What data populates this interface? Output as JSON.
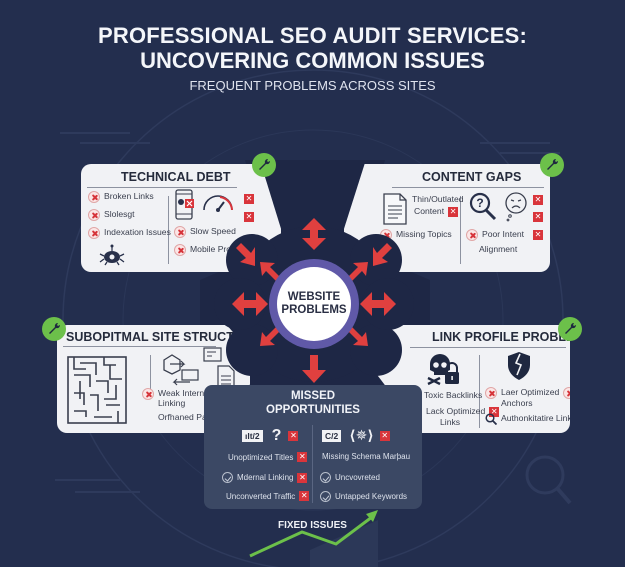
{
  "header": {
    "title_line1": "PROFESSIONAL SEO AUDIT SERVICES:",
    "title_line2": "UNCOVERING COMMON ISSUES",
    "subtitle": "FREQUENT PROBLEMS ACROSS SITES"
  },
  "colors": {
    "background": "#232e4e",
    "card": "#f1f2f5",
    "accent_red": "#d9353b",
    "hub_ring": "#6059a8",
    "wrench_green": "#6cc04a",
    "missed_panel": "#3b4864",
    "growth_arrow": "#6cc04a"
  },
  "hub": {
    "line1": "WEBSITE",
    "line2": "PROBLEMS",
    "arrow_icon": "red-arrow-icon"
  },
  "technical_debt": {
    "title": "TECHNICAL DEBT",
    "icon": "wrench-icon",
    "left_items": [
      "Broken Links",
      "Slolesgt",
      "Indexation Issues"
    ],
    "right_items": [
      "Slow Speed",
      "Mobile Problems"
    ],
    "graphics": [
      "bug-icon",
      "mobile-phone-icon",
      "speedometer-icon"
    ]
  },
  "content_gaps": {
    "title": "CONTENT GAPS",
    "icon": "wrench-icon",
    "thin_content_line1": "Thin/Outlated",
    "thin_content_line2": "Content",
    "missing_topics": "Missing Topics",
    "poor_intent_line1": "Poor Intent",
    "poor_intent_line2": "Alignment",
    "graphics": [
      "document-icon",
      "magnifier-question-icon",
      "sad-face-icon"
    ]
  },
  "site_structure": {
    "title": "SUBOPITMAL SITE STRUCTURE",
    "icon": "wrench-icon",
    "weak_linking_line1": "Weak Internal",
    "weak_linking_line2": "Linking",
    "orphaned": "Orfhaned Pages",
    "graphics": [
      "maze-icon",
      "flow-icon",
      "page-icon"
    ]
  },
  "link_profile": {
    "title": "LINK PROFILE PROBLEMS",
    "icon": "wrench-icon",
    "toxic": "Toxic Backlinks",
    "lack_line1": "Lack Optimized",
    "lack_line2": "Links",
    "laer_line1": "Laer Optimized",
    "laer_line2": "Anchors",
    "authoritative": "Authonkitatire Links",
    "graphics": [
      "skull-lock-icon",
      "broken-shield-icon"
    ]
  },
  "missed_opportunities": {
    "title_line1": "MISSED",
    "title_line2": "OPPORTUNITIES",
    "badge_left": "ılt/2",
    "badge_right": "C/2",
    "left_items": [
      "Unoptimized Titles",
      "Mdernal Linking",
      "Unconverted Traffic"
    ],
    "right_items": [
      "Missing Schema Marþau",
      "Uncvovreted",
      "Untapped Keywords"
    ]
  },
  "footer": {
    "fixed_label": "FIXED ISSUES"
  }
}
